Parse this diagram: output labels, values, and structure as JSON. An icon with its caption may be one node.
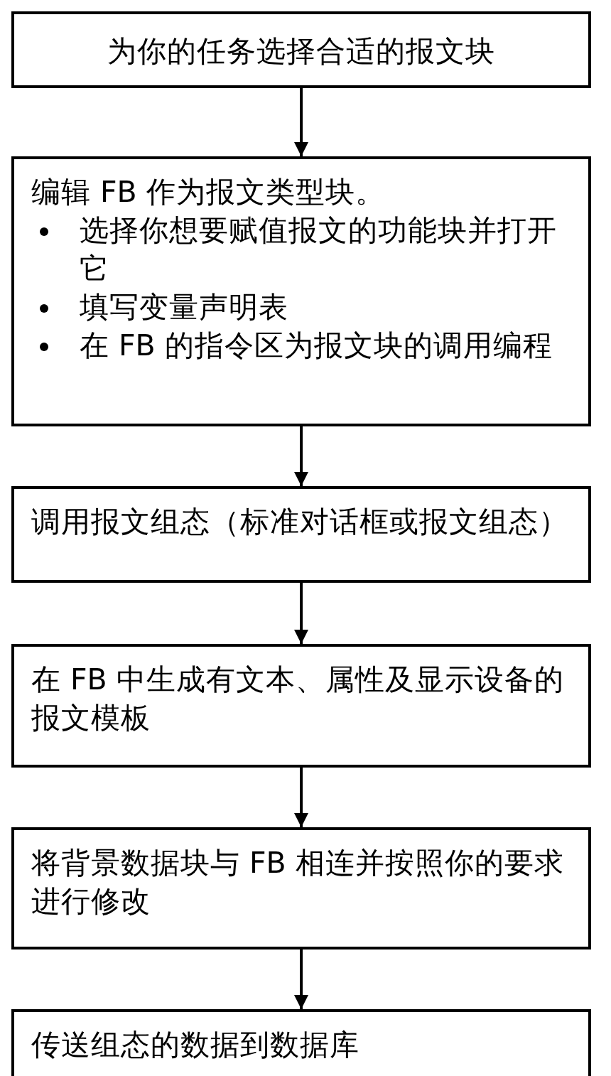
{
  "diagram": {
    "nodes": [
      {
        "text": [
          "为你的任务选择合适的报文块"
        ]
      },
      {
        "text": [
          "编辑 FB 作为报文类型块。",
          "选择你想要赋值报文的功能块并打开它",
          "填写变量声明表",
          "在 FB 的指令区为报文块的调用编程"
        ]
      },
      {
        "text": [
          "调用报文组态（标准对话框或报文组态）"
        ]
      },
      {
        "text": [
          "在 FB 中生成有文本、属性及显示设备的报文模板"
        ]
      },
      {
        "text": [
          "将背景数据块与 FB 相连并按照你的要求进行修改"
        ]
      },
      {
        "text": [
          "传送组态的数据到数据库"
        ]
      }
    ],
    "edges": [
      {
        "from": 0,
        "to": 1,
        "arrow": "to"
      },
      {
        "from": 1,
        "to": 2,
        "arrow": "to"
      },
      {
        "from": 2,
        "to": 3,
        "arrow": "to"
      },
      {
        "from": 3,
        "to": 4,
        "arrow": "to"
      },
      {
        "from": 4,
        "to": 5,
        "arrow": "to"
      }
    ]
  }
}
